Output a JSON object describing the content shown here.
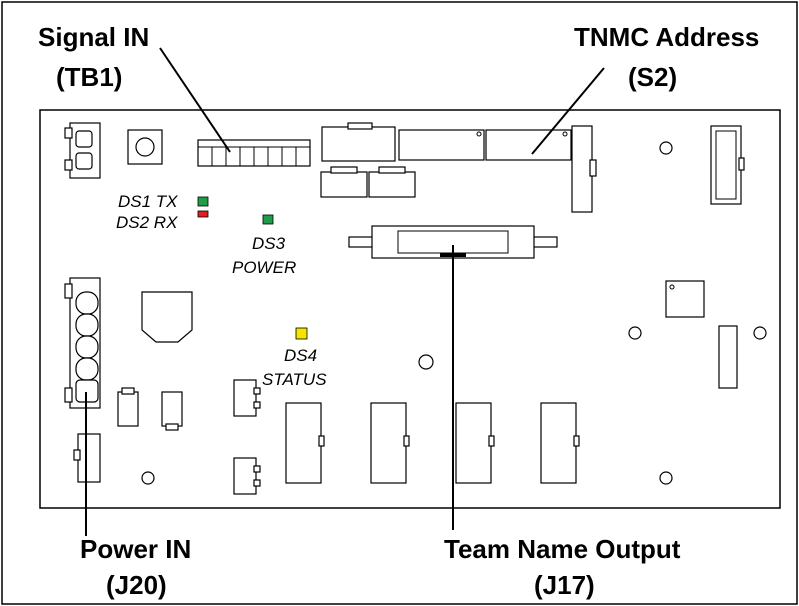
{
  "callouts": {
    "signal_in": {
      "name": "Signal IN",
      "ref": "(TB1)"
    },
    "tnmc_address": {
      "name": "TNMC Address",
      "ref": "(S2)"
    },
    "power_in": {
      "name": "Power IN",
      "ref": "(J20)"
    },
    "team_name_output": {
      "name": "Team Name Output",
      "ref": "(J17)"
    }
  },
  "leds": {
    "ds1": {
      "label": "DS1 TX",
      "color": "#1e9e4a"
    },
    "ds2": {
      "label": "DS2 RX",
      "color": "#e0201c"
    },
    "ds3": {
      "label": "DS3",
      "sub": "POWER",
      "color": "#1e9e4a"
    },
    "ds4": {
      "label": "DS4",
      "sub": "STATUS",
      "color": "#f5e400"
    }
  }
}
